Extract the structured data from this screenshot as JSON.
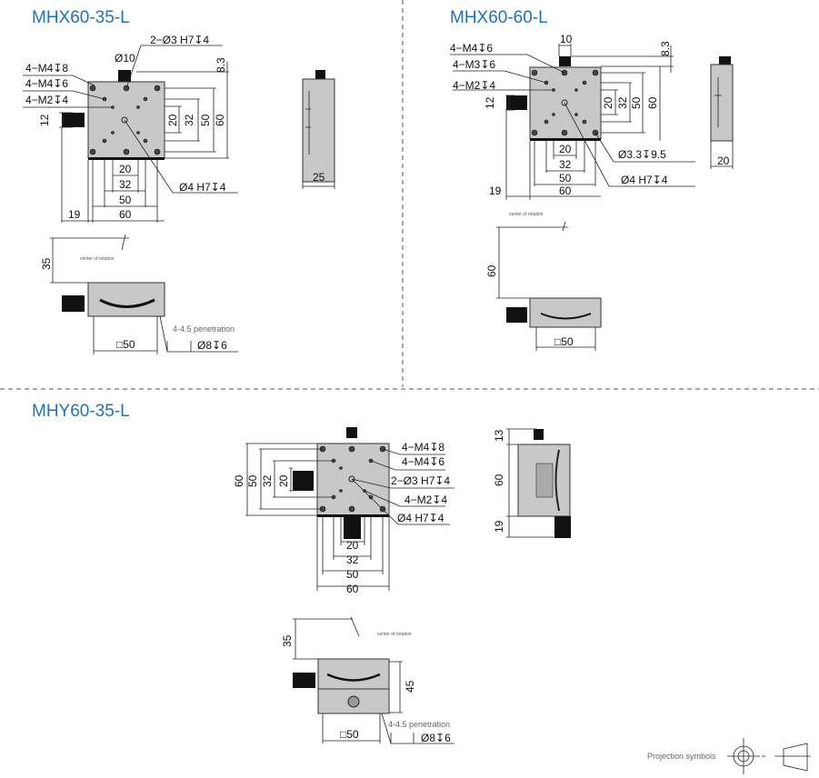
{
  "sections": {
    "mhx60_35": {
      "title": "MHX60-35-L",
      "pin_holes": "2−Ø3 H7↧4",
      "knob_dia": "Ø10",
      "thread1": "4−M4↧8",
      "thread2": "4−M4↧6",
      "thread3": "4−M2↧4",
      "knob_h": "12",
      "height_8_3": "8.3",
      "d20": "20",
      "d32": "32",
      "d50": "50",
      "d60": "60",
      "b20": "20",
      "b32": "32",
      "b50": "50",
      "b60": "60",
      "offset19": "19",
      "center_hole": "Ø4 H7↧4",
      "side_width": "25",
      "rot_height": "35",
      "center_of_rotation": "center of rotation",
      "square50": "□50",
      "penetration": "4-4.5 penetration",
      "counterbore": "Ø8↧6"
    },
    "mhx60_60": {
      "title": "MHX60-60-L",
      "thread1": "4−M4↧6",
      "thread2": "4−M3↧6",
      "thread3": "4−M2↧4",
      "knob_w": "10",
      "knob_h": "12",
      "height_8_3": "8.3",
      "d20": "20",
      "d32": "32",
      "d50": "50",
      "d60": "60",
      "b20": "20",
      "b32": "32",
      "b50": "50",
      "b60": "60",
      "offset19": "19",
      "hole33": "Ø3.3↧9.5",
      "center_hole": "Ø4 H7↧4",
      "side_width": "20",
      "rot_height": "60",
      "center_of_rotation": "center of rotation",
      "square50": "□50"
    },
    "mhy60_35": {
      "title": "MHY60-35-L",
      "thread1": "4−M4↧8",
      "thread2": "4−M4↧6",
      "pin_holes": "2−Ø3 H7↧4",
      "thread3": "4−M2↧4",
      "center_hole": "Ø4 H7↧4",
      "d60": "60",
      "d50": "50",
      "d32": "32",
      "d20": "20",
      "b20": "20",
      "b32": "32",
      "b50": "50",
      "b60": "60",
      "side13": "13",
      "side60": "60",
      "side19": "19",
      "rot_height": "35",
      "center_of_rotation": "center of rotation",
      "height45": "45",
      "square50": "□50",
      "penetration": "4-4.5 penetration",
      "counterbore": "Ø8↧6"
    }
  },
  "projection": {
    "label": "Projection symbols"
  },
  "colors": {
    "title": "#1f73b7",
    "plate": "#c8c8c8"
  }
}
